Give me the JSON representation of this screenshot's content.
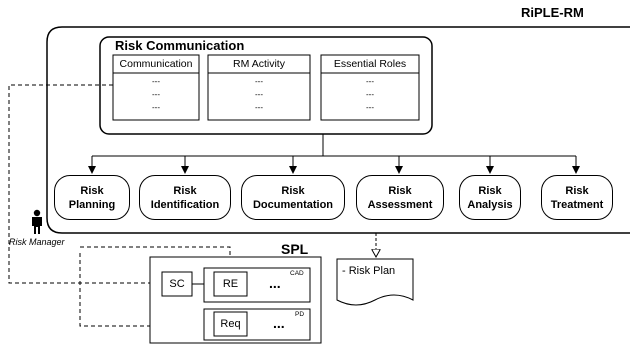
{
  "title": "RiPLE-RM",
  "risk_communication": {
    "title": "Risk Communication",
    "columns": [
      {
        "header": "Communication",
        "items": [
          "---",
          "---",
          "---"
        ]
      },
      {
        "header": "RM Activity",
        "items": [
          "---",
          "---",
          "---"
        ]
      },
      {
        "header": "Essential Roles",
        "items": [
          "---",
          "---",
          "---"
        ]
      }
    ]
  },
  "activities": [
    {
      "line1": "Risk",
      "line2": "Planning"
    },
    {
      "line1": "Risk",
      "line2": "Identification"
    },
    {
      "line1": "Risk",
      "line2": "Documentation"
    },
    {
      "line1": "Risk",
      "line2": "Assessment"
    },
    {
      "line1": "Risk",
      "line2": "Analysis"
    },
    {
      "line1": "Risk",
      "line2": "Treatment"
    }
  ],
  "actor": {
    "label": "Risk Manager",
    "icon": "person-icon"
  },
  "document": {
    "label": "- Risk Plan"
  },
  "spl": {
    "title": "SPL",
    "sc_label": "SC",
    "cad": {
      "tag": "CAD",
      "item": "RE",
      "ellipsis": "..."
    },
    "pd": {
      "tag": "PD",
      "item": "Req",
      "ellipsis": "..."
    }
  }
}
